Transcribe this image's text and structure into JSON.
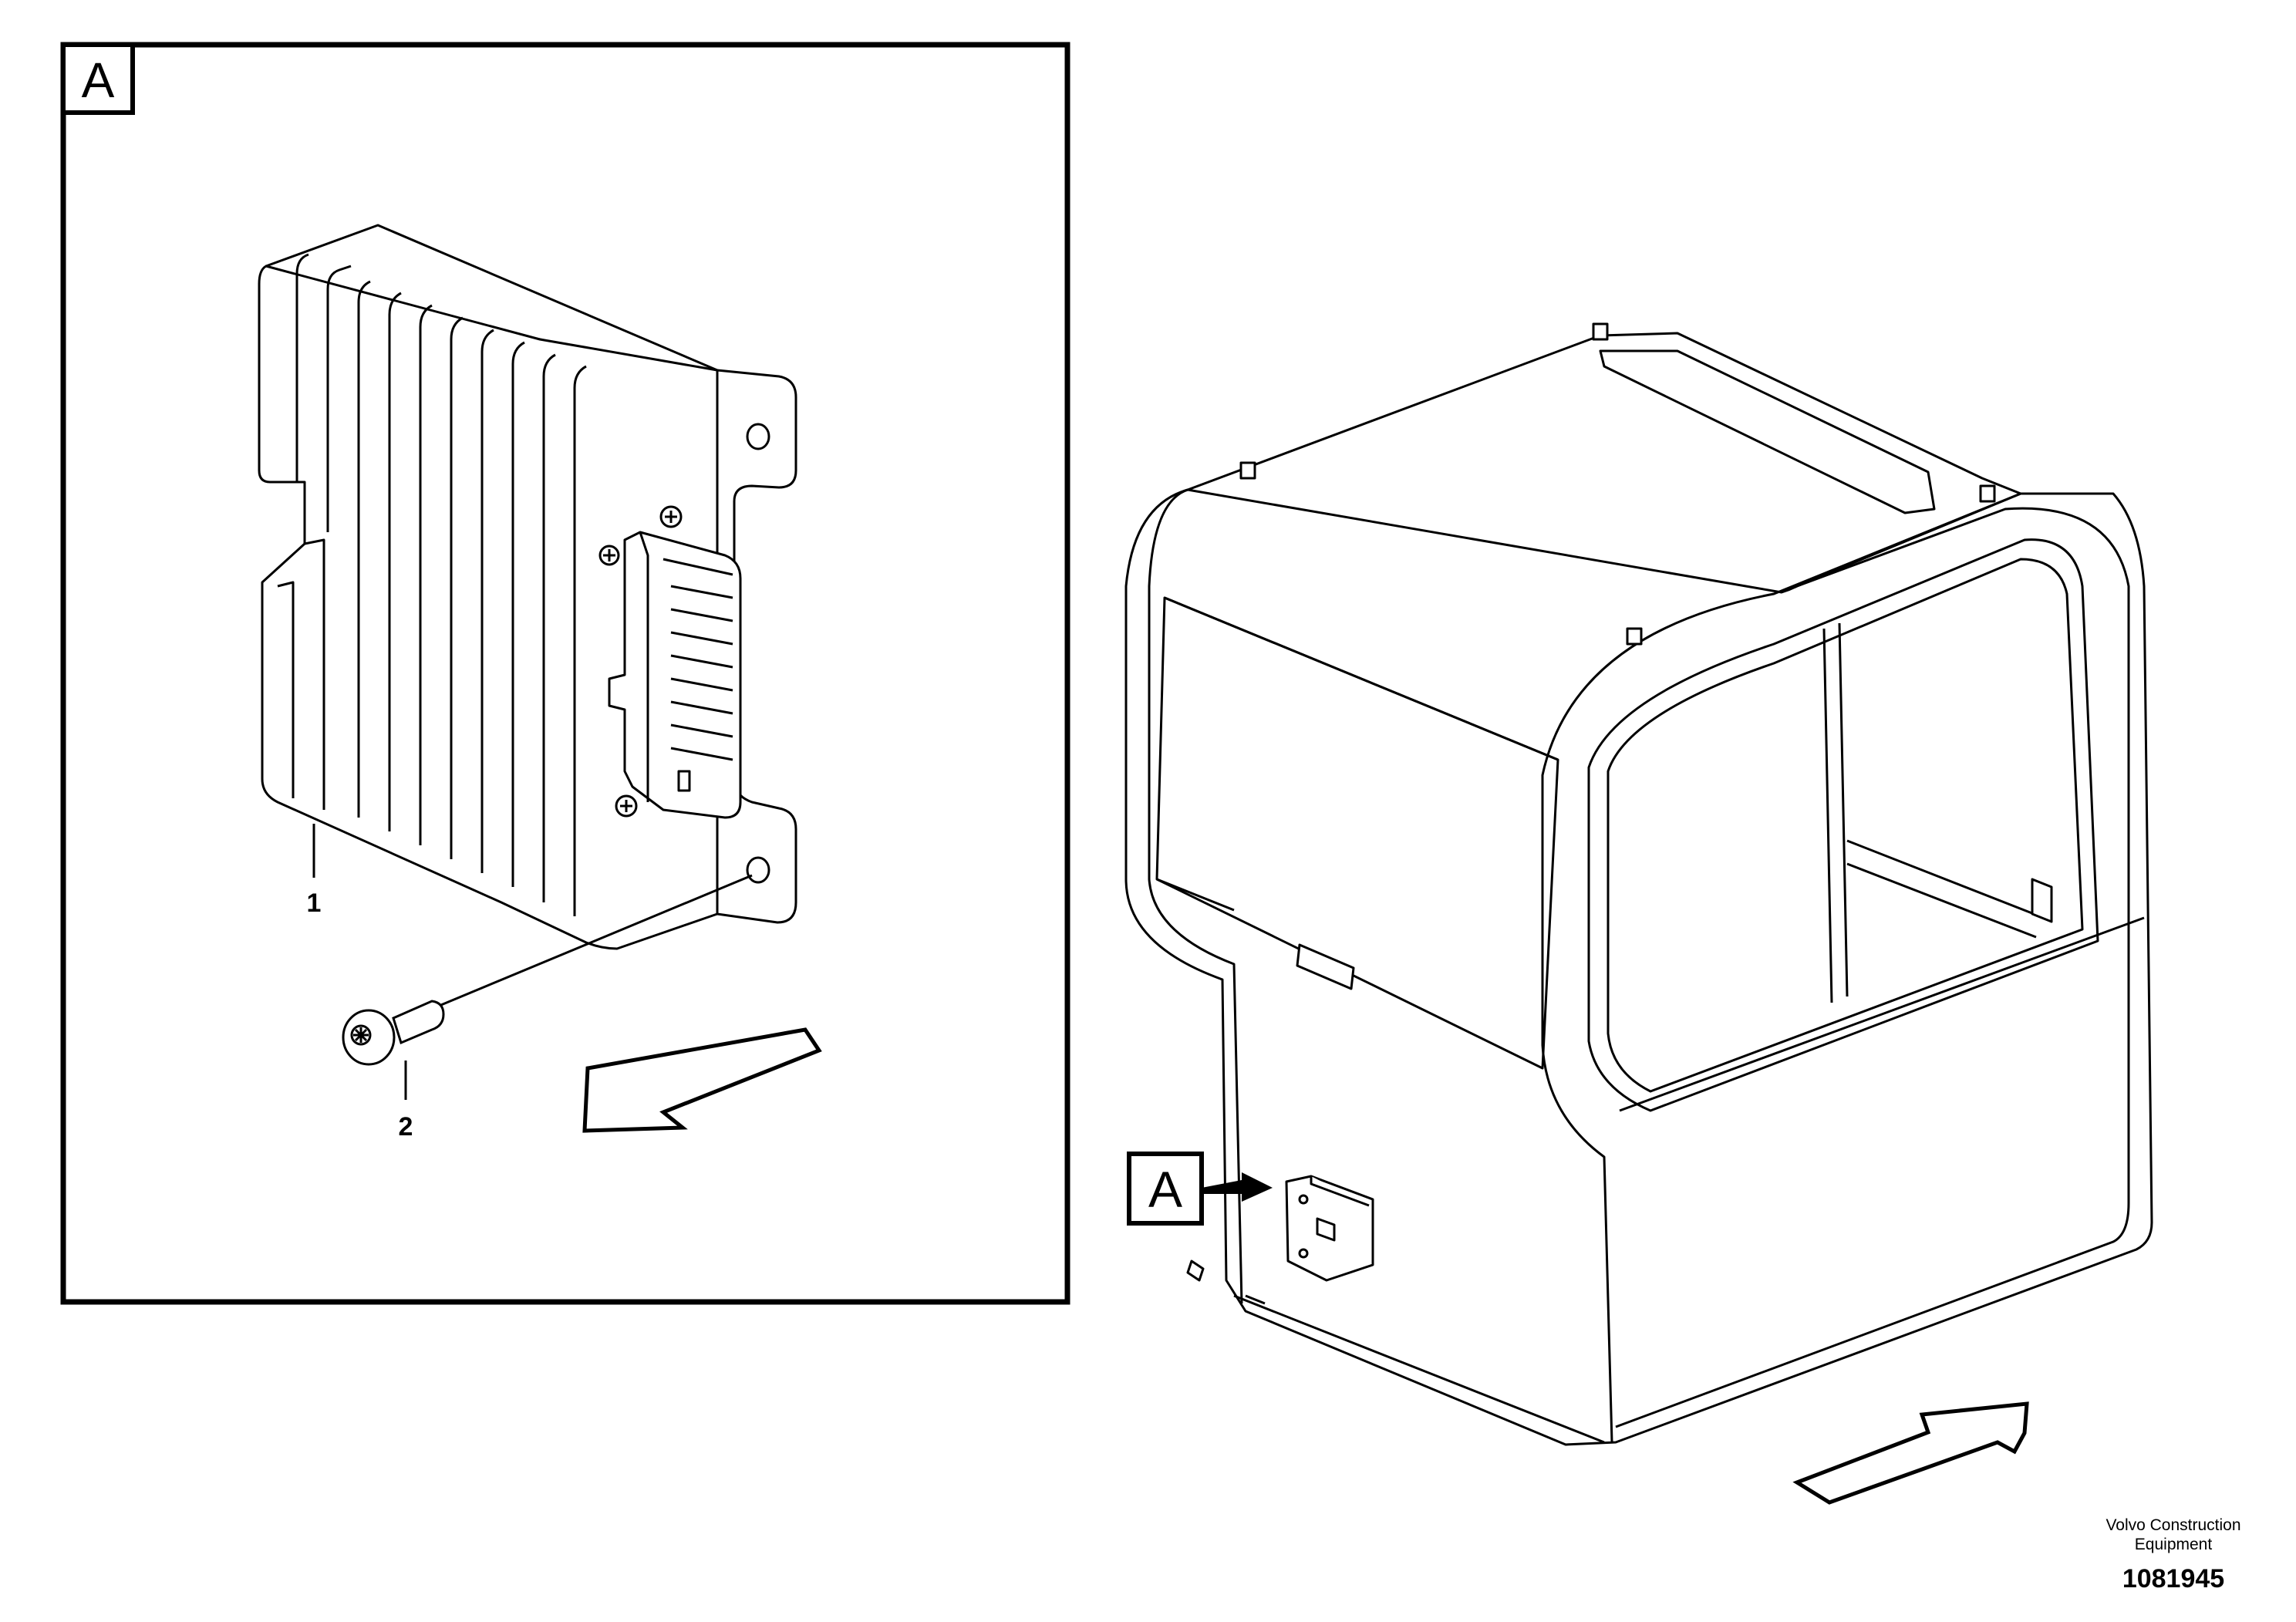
{
  "detail_view": {
    "view_letter": "A",
    "callouts": [
      {
        "id": "1"
      },
      {
        "id": "2"
      }
    ]
  },
  "cab_view": {
    "view_letter": "A"
  },
  "footer": {
    "company_line1": "Volvo Construction",
    "company_line2": "Equipment",
    "figure_number": "1081945"
  }
}
